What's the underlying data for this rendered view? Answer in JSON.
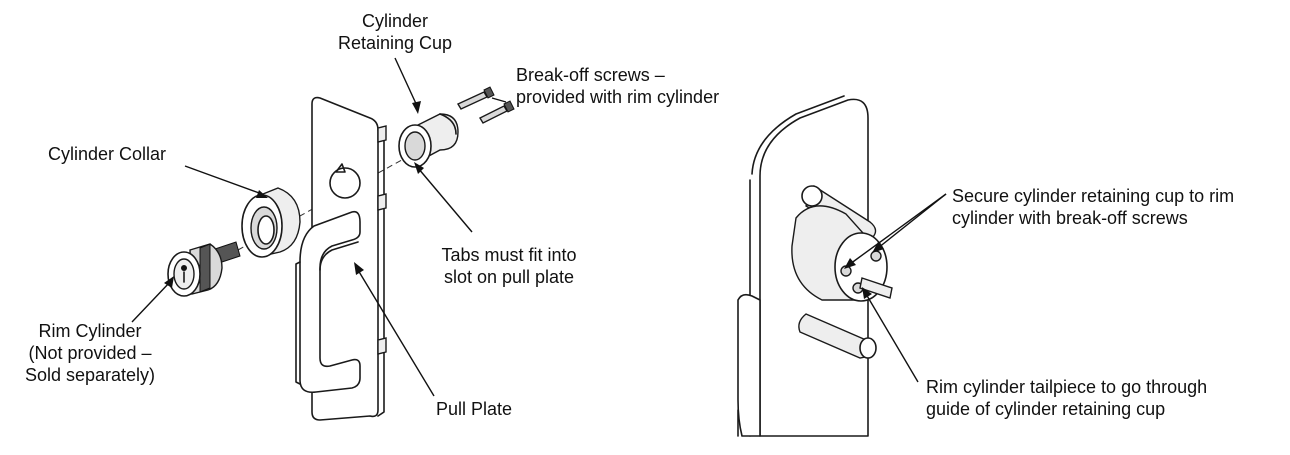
{
  "labels": {
    "retaining_cup": [
      "Cylinder",
      "Retaining Cup"
    ],
    "breakoff_screws": [
      "Break-off screws –",
      "provided with rim cylinder"
    ],
    "collar": [
      "Cylinder Collar"
    ],
    "tabs": [
      "Tabs must fit into",
      "slot on pull plate"
    ],
    "rim_cylinder": [
      "Rim Cylinder",
      "(Not provided –",
      "Sold separately)"
    ],
    "pull_plate": [
      "Pull Plate"
    ],
    "secure_cup": [
      "Secure cylinder retaining cup to rim",
      "cylinder with break-off screws"
    ],
    "tailpiece": [
      "Rim cylinder tailpiece to go through",
      "guide of cylinder retaining cup"
    ]
  },
  "icons": [
    "rim-cylinder-icon",
    "cylinder-collar-icon",
    "pull-plate-icon",
    "retaining-cup-icon",
    "breakoff-screw-icon"
  ],
  "colors": {
    "line": "#1a1a1a",
    "shade": "#d9d9d9"
  }
}
